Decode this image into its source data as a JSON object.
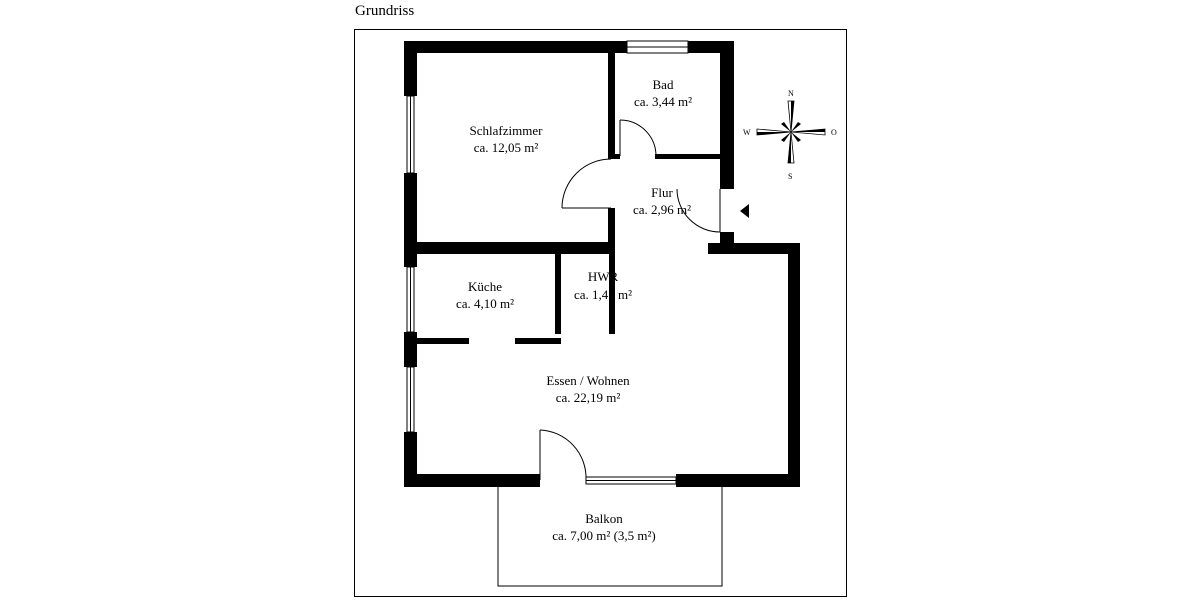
{
  "title": "Grundriss",
  "rooms": {
    "schlafzimmer": {
      "name": "Schlafzimmer",
      "area": "ca. 12,05 m²"
    },
    "bad": {
      "name": "Bad",
      "area": "ca. 3,44 m²"
    },
    "flur": {
      "name": "Flur",
      "area": "ca. 2,96 m²"
    },
    "kueche": {
      "name": "Küche",
      "area": "ca. 4,10 m²"
    },
    "hwr": {
      "name": "HWR",
      "area": "ca. 1,45 m²"
    },
    "essen_wohnen": {
      "name": "Essen / Wohnen",
      "area": "ca. 22,19 m²"
    },
    "balkon": {
      "name": "Balkon",
      "area": "ca. 7,00 m² (3,5 m²)"
    }
  },
  "compass": {
    "north": "N",
    "south": "S",
    "west": "W",
    "east": "O"
  },
  "icons": {
    "entrance": "entrance-arrow-icon",
    "compass": "compass-rose-icon"
  }
}
